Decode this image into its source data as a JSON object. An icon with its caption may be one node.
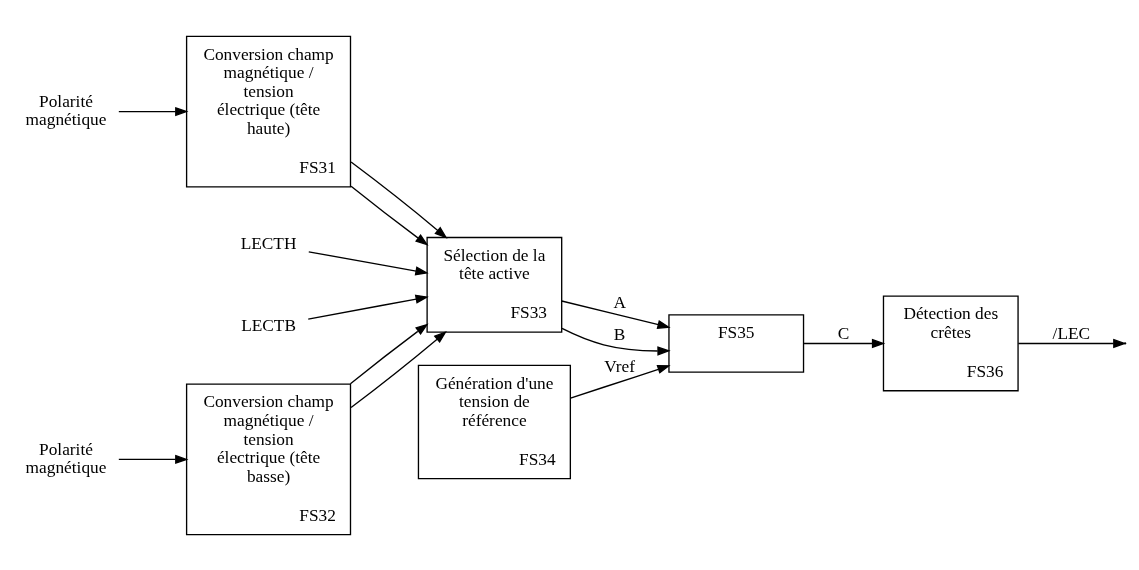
{
  "diagram": {
    "nodes": [
      {
        "text": [
          "Polarité magnétique"
        ]
      },
      {
        "text": [
          "Conversion champ magnétique / tension électrique (tête haute)",
          "FS31"
        ]
      },
      {
        "text": [
          "LECTH"
        ]
      },
      {
        "text": [
          "LECTB"
        ]
      },
      {
        "text": [
          "Sélection de la tête active",
          "FS33"
        ]
      },
      {
        "text": [
          "Conversion champ magnétique / tension électrique (tête basse)",
          "FS32"
        ]
      },
      {
        "text": [
          "Polarité magnétique"
        ]
      },
      {
        "text": [
          "Génération d'une tension de référence",
          "FS34"
        ]
      },
      {
        "text": [
          "FS35"
        ]
      },
      {
        "text": [
          "Détection des crêtes",
          "FS36"
        ]
      }
    ],
    "edges": [
      {
        "from": 0,
        "to": 1,
        "arrow": "to"
      },
      {
        "from": 1,
        "to": 4,
        "arrow": "to"
      },
      {
        "from": 1,
        "to": 4,
        "arrow": "to"
      },
      {
        "from": 2,
        "to": 4,
        "arrow": "to"
      },
      {
        "from": 3,
        "to": 4,
        "arrow": "to"
      },
      {
        "from": 5,
        "to": 4,
        "arrow": "to"
      },
      {
        "from": 5,
        "to": 4,
        "arrow": "to"
      },
      {
        "from": 6,
        "to": 5,
        "arrow": "to"
      },
      {
        "from": 4,
        "to": 8,
        "arrow": "to",
        "label": "A"
      },
      {
        "from": 4,
        "to": 8,
        "arrow": "to",
        "label": "B"
      },
      {
        "from": 7,
        "to": 8,
        "arrow": "to",
        "label": "Vref"
      },
      {
        "from": 8,
        "to": 9,
        "arrow": "to",
        "label": "C"
      },
      {
        "from": 9,
        "to": null,
        "arrow": "to",
        "label": "/LEC"
      }
    ]
  }
}
